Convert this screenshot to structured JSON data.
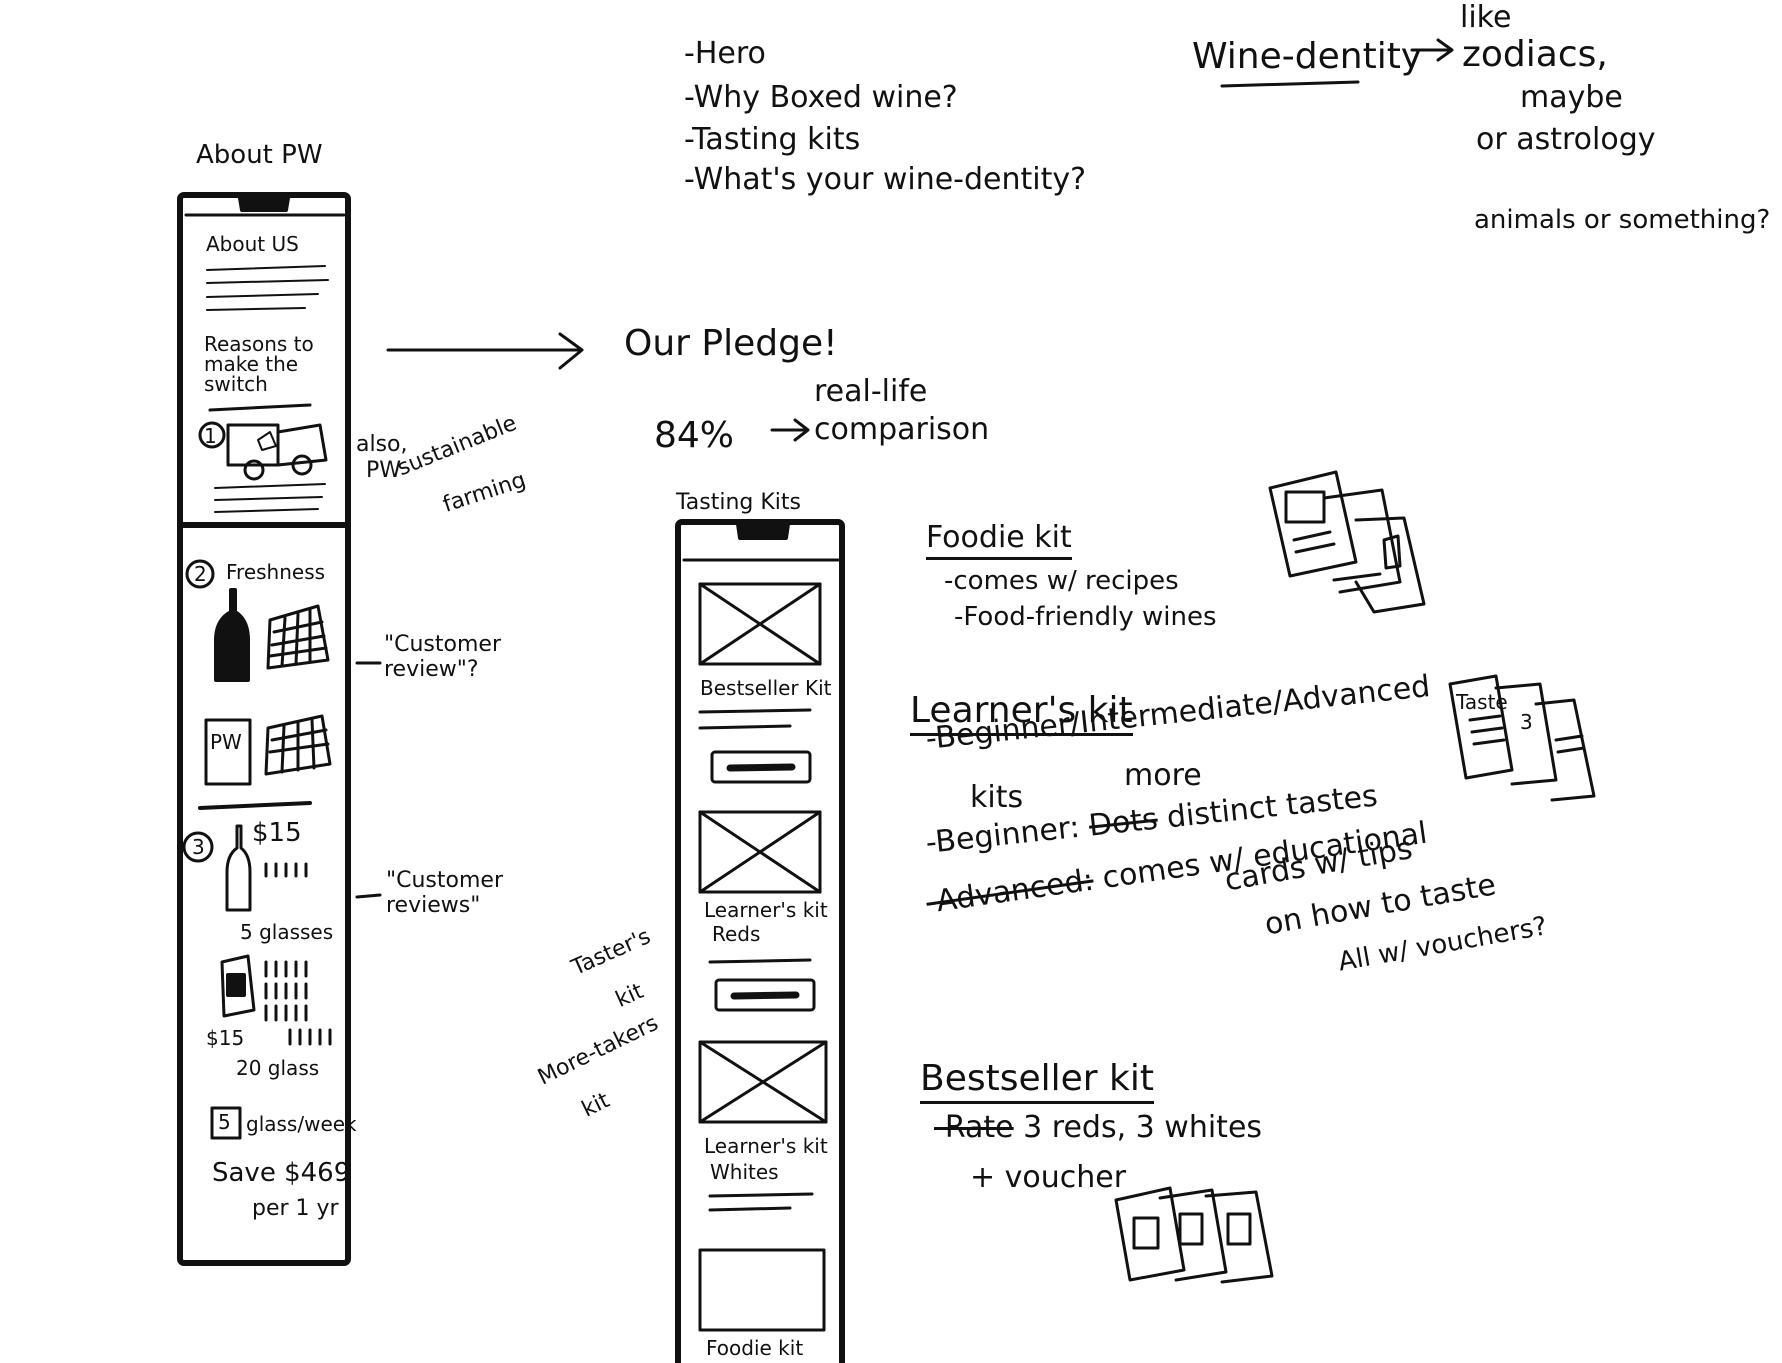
{
  "notes": {
    "outline": [
      "-Hero",
      "-Why Boxed wine?",
      "-Tasting kits",
      "-What's your wine-dentity?"
    ],
    "winedentity": {
      "label": "Wine-dentity",
      "arrow": "→",
      "line1": "like",
      "line2": "zodiacs,",
      "line3": "maybe",
      "line4": "or astrology",
      "line5": "animals or something?"
    },
    "our_pledge": "Our Pledge!",
    "stat": {
      "percent": "84%",
      "arrow": "→",
      "line1": "real-life",
      "line2": "comparison"
    },
    "also_note": [
      "also,",
      "PW",
      "sustainable",
      "farming"
    ],
    "customer_review_1": "\"Customer review\"?",
    "customer_review_2": "\"Customer reviews\"",
    "tasters_kit": [
      "Taster's",
      "kit"
    ],
    "more_takers_kit": [
      "More-takers",
      "kit"
    ]
  },
  "about_wireframe": {
    "title": "About PW",
    "heading": "About US",
    "reasons": "Reasons to make the switch",
    "item1": "1",
    "item2": "2",
    "freshness": "Freshness",
    "pw_label": "PW",
    "item3": "3",
    "price1": "$15",
    "glasses5": "5 glasses",
    "price2": "$15",
    "glasses20": "20 glass",
    "item5": "5",
    "glass_week": "glass/week",
    "save": "Save $469",
    "per_year": "per 1 yr"
  },
  "tasting_wireframe": {
    "title": "Tasting Kits",
    "kit1": "Bestseller Kit",
    "kit2": "Learner's kit",
    "kit2_sub": "Reds",
    "kit3": "Learner's kit",
    "kit3_sub": "Whites",
    "kit4": "Foodie kit"
  },
  "kit_notes": {
    "foodie": {
      "title": "Foodie kit",
      "lines": [
        "-comes w/ recipes",
        "-Food-friendly wines"
      ]
    },
    "learner": {
      "title": "Learner's kit",
      "line1": "-Beginner/Intermediate/Advanced",
      "line1b": "kits",
      "line2_prefix": "-Beginner:",
      "line2_strike": "Dots",
      "line2_insert": "more",
      "line2_rest": "distinct tastes",
      "line3_strike": "-Advanced:",
      "line3_rest": "comes w/ educational",
      "line4": "cards w/ tips",
      "line5": "on how to taste",
      "line6": "All w/ vouchers?",
      "card_label": "Taste",
      "card_num": "3"
    },
    "bestseller": {
      "title": "Bestseller kit",
      "line1_strike": "-Rate",
      "line1_rest": "3 reds, 3 whites",
      "line2": "+ voucher"
    }
  }
}
